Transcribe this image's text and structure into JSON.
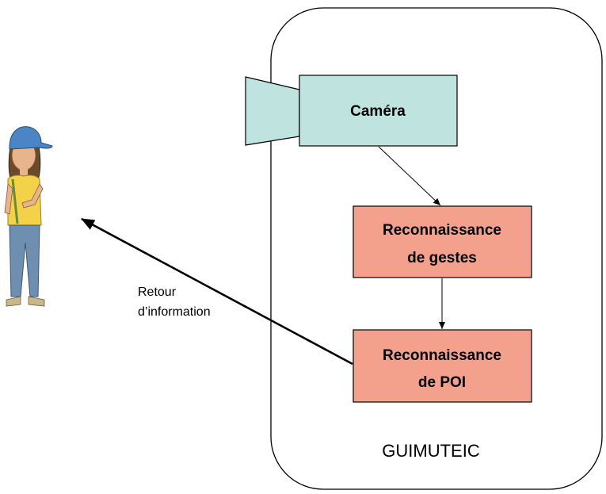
{
  "system": {
    "name": "GUIMUTEIC"
  },
  "nodes": {
    "camera": {
      "label": "Caméra"
    },
    "gesture": {
      "line1": "Reconnaissance",
      "line2": "de gestes"
    },
    "poi": {
      "line1": "Reconnaissance",
      "line2": "de POI"
    }
  },
  "feedback": {
    "line1": "Retour",
    "line2": "d’information"
  },
  "colors": {
    "camera_fill": "#bfe3df",
    "recognition_fill": "#f3a08c",
    "outline": "#000000"
  },
  "icons": {
    "user": "person-with-cap-icon"
  }
}
